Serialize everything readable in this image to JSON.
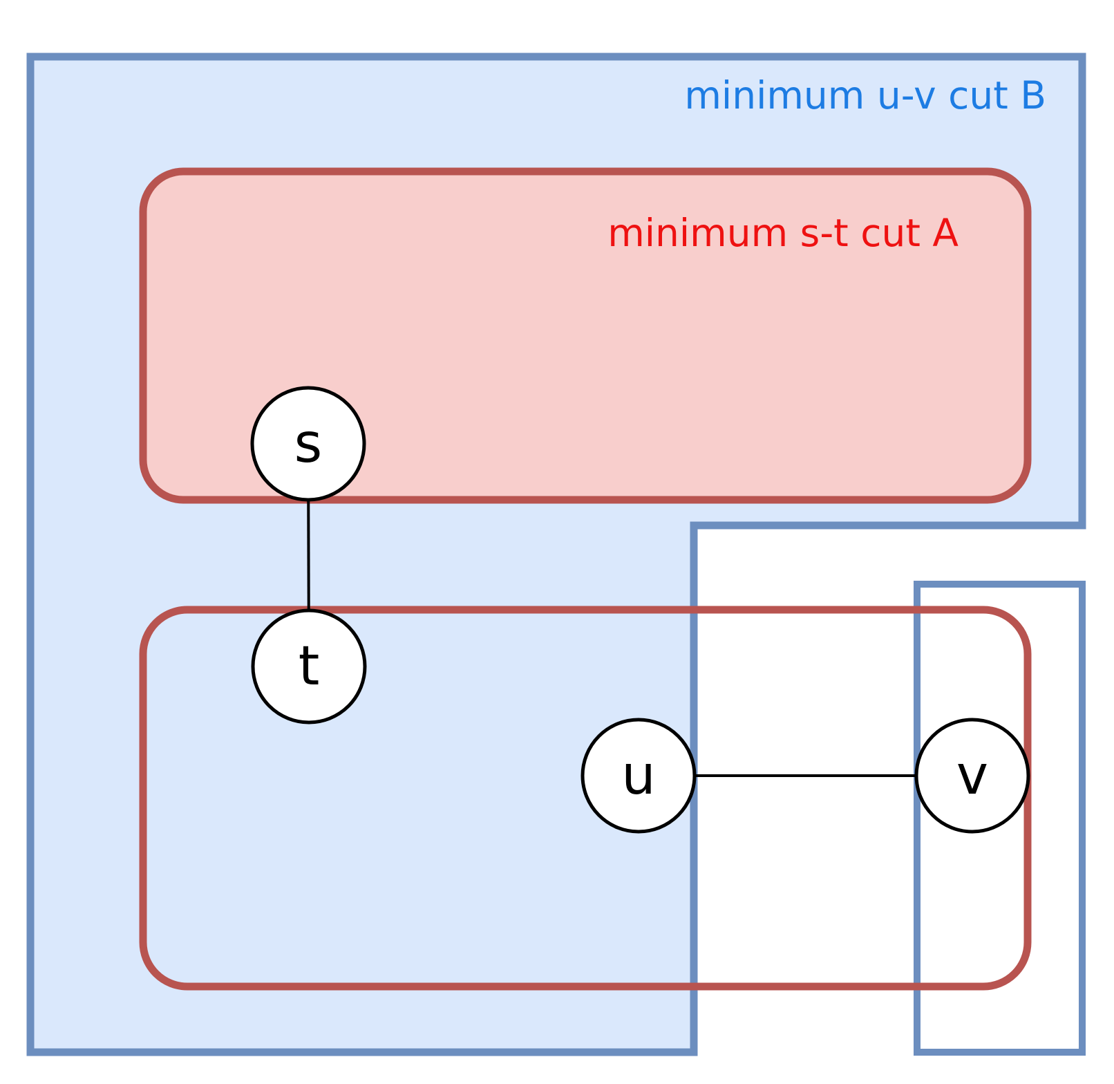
{
  "diagram": {
    "kind": "minimum-cut set diagram",
    "regions": {
      "cut_b": {
        "label": "minimum u-v cut B",
        "contains_side_1": [
          "s",
          "t",
          "u"
        ],
        "contains_side_2": [
          "v"
        ]
      },
      "cut_a": {
        "label": "minimum s-t cut A",
        "contains_side_1": [
          "s"
        ],
        "contains_side_2": [
          "t",
          "u",
          "v"
        ]
      }
    },
    "nodes": [
      {
        "id": "s",
        "label": "s"
      },
      {
        "id": "t",
        "label": "t"
      },
      {
        "id": "u",
        "label": "u"
      },
      {
        "id": "v",
        "label": "v"
      }
    ],
    "edges": [
      {
        "from": "s",
        "to": "t"
      },
      {
        "from": "u",
        "to": "v"
      }
    ]
  },
  "colors": {
    "background": "#ffffff",
    "cut_b_fill": "#dae8fc",
    "cut_b_border": "#6c8ebf",
    "cut_b_label": "#1d7ce3",
    "cut_a_fill": "#f8cecc",
    "cut_a_border": "#b85450",
    "cut_a_label": "#ee1111",
    "cut_b_side2_fill": "#ffffff",
    "node_fill": "#ffffff",
    "node_border": "#000000",
    "node_label": "#000000",
    "edge": "#000000"
  }
}
